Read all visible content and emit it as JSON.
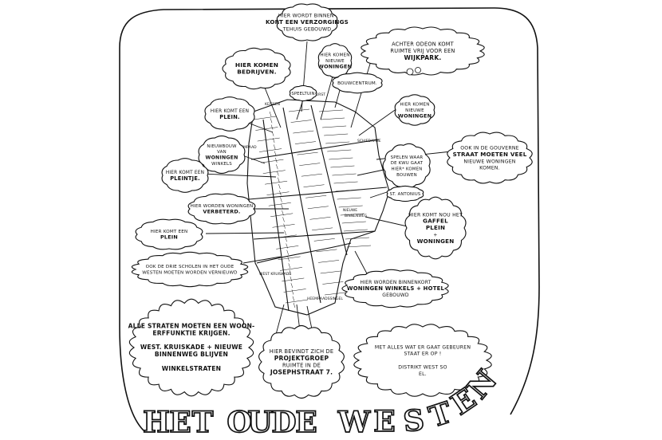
{
  "clouds": [
    {
      "id": "verzorgings",
      "lines": [
        "HIER WORDT BINNEN-",
        "KORT EEN VERZORGINGS",
        "TEHUIS GEBOUWD"
      ]
    },
    {
      "id": "odeon",
      "lines": [
        "ACHTER ODEON KOMT",
        "RUIMTE VRIJ VOOR EEN",
        "WIJKPARK."
      ]
    },
    {
      "id": "nieuwe-woningen-top",
      "lines": [
        "HIER KOMEN",
        "NIEUWE",
        "WONINGEN"
      ]
    },
    {
      "id": "bedrijven",
      "lines": [
        "HIER KOMEN",
        "BEDRIJVEN."
      ]
    },
    {
      "id": "speeltuin",
      "lines": [
        "SPEELTUIN"
      ]
    },
    {
      "id": "bouwcentrum",
      "lines": [
        "BOUWCENTRUM."
      ]
    },
    {
      "id": "plein-top",
      "lines": [
        "HIER KOMT EEN",
        "PLEIN."
      ]
    },
    {
      "id": "nieuwe-woningen-right",
      "lines": [
        "HIER KOMEN",
        "NIEUWE",
        "WONINGEN"
      ]
    },
    {
      "id": "gouvernestraat",
      "lines": [
        "OOK IN DE GOUVERNE",
        "STRAAT MOETEN VEEL",
        "NIEUWE WONINGEN",
        "KOMEN."
      ]
    },
    {
      "id": "nieuwbouw",
      "lines": [
        "NIEUWBOUW",
        "VAN",
        "WONINGEN",
        "WINKELS"
      ]
    },
    {
      "id": "spelen",
      "lines": [
        "SPELEN WAAR",
        "DE KWU GAAT",
        "HIER* KOMEN",
        "BOUWEN"
      ]
    },
    {
      "id": "st-antonius",
      "lines": [
        "ST. ANTONIUS"
      ]
    },
    {
      "id": "pleintje",
      "lines": [
        "HIER KOMT EEN",
        "PLEINTJE."
      ]
    },
    {
      "id": "verbeterd",
      "lines": [
        "HIER WORDEN WONINGEN",
        "VERBETERD."
      ]
    },
    {
      "id": "gaffelplein",
      "lines": [
        "HIER KOMT NOU HET",
        "GAFFEL",
        "PLEIN",
        "+",
        "WONINGEN"
      ]
    },
    {
      "id": "plein-left",
      "lines": [
        "HIER KOMT EEN",
        "PLEIN"
      ]
    },
    {
      "id": "scholen",
      "lines": [
        "OOK DE DRIE SCHOLEN IN HET OUDE",
        "WESTEN MOETEN WORDEN VERNIEUWD"
      ]
    },
    {
      "id": "hotel",
      "lines": [
        "HIER WORDEN BINNENKORT",
        "WONINGEN WINKELS + HOTEL",
        "GEBOUWD"
      ]
    },
    {
      "id": "woonerf",
      "lines": [
        "ALLE STRATEN MOETEN EEN WOON-",
        "ERFFUNKTIE KRIJGEN.",
        "",
        "WEST. KRUISKADE + NIEUWE",
        "BINNENWEG BLIJVEN",
        "",
        "WINKELSTRATEN"
      ]
    },
    {
      "id": "projektgroep",
      "lines": [
        "HIER BEVINDT ZICH DE",
        "PROJEKTGROEP",
        "RUIMTE IN DE",
        "JOSEPHSTRAAT 7."
      ]
    },
    {
      "id": "let-op",
      "lines": [
        "MET ALLES WAT ER GAAT GEBEUREN",
        "STAAT ER OP !",
        "",
        "DISTRIKT WEST SO",
        "EL."
      ]
    }
  ],
  "streets": [
    "KEISSEN",
    "BOEKHORST",
    "HEEMRAAD",
    "SCHIEDAMSE",
    "NIEUWE",
    "BINNENWEG",
    "WEST KRUISKADE",
    "HEEMRAADSSINGEL"
  ],
  "title": "HET OUDE WESTEN"
}
